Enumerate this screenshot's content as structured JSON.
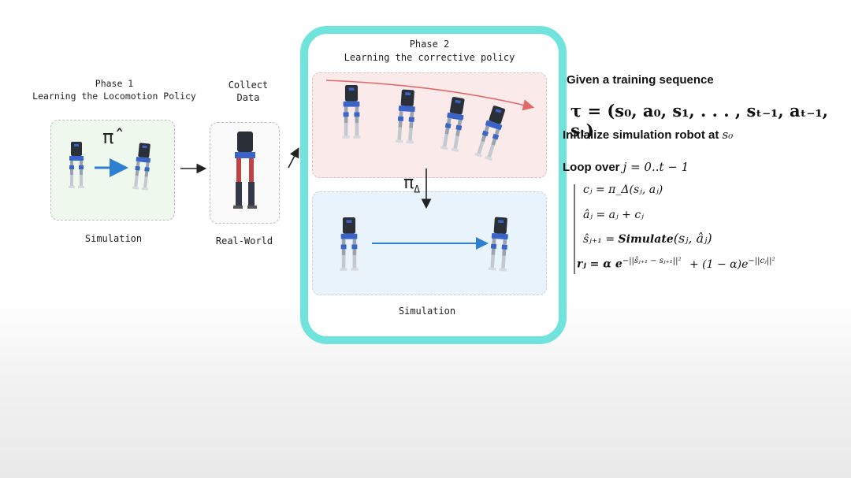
{
  "phase1": {
    "title_line1": "Phase 1",
    "title_line2": "Learning the Locomotion Policy",
    "policy_symbol": "π̂",
    "caption": "Simulation"
  },
  "collect": {
    "line1": "Collect",
    "line2": "Data",
    "caption": "Real-World"
  },
  "phase2": {
    "title_line1": "Phase 2",
    "title_line2": "Learning the corrective policy",
    "policy_symbol": "π",
    "policy_subscript": "Δ",
    "caption": "Simulation"
  },
  "algorithm": {
    "given": "Given a training sequence",
    "sequence": "τ = (s₀, a₀, s₁, . . . , sₜ₋₁, aₜ₋₁, sₜ)",
    "init_text": "Initialize simulation robot at ",
    "init_var": "s₀",
    "loop_text": "Loop over ",
    "loop_range": "j = 0..t − 1",
    "eq_c": "cⱼ = π_Δ(sⱼ, aⱼ)",
    "eq_a": "âⱼ = aⱼ + cⱼ",
    "eq_s_left": "ŝⱼ₊₁ = ",
    "eq_s_func": "Simulate",
    "eq_s_args": "(sⱼ, âⱼ)",
    "eq_r_left": "rⱼ = α e",
    "eq_r_exp1": "−||ŝⱼ₊₁ − sⱼ₊₁||²",
    "eq_r_mid": "+ (1 − α)e",
    "eq_r_exp2": "−||cⱼ||²"
  },
  "colors": {
    "phase2_frame": "#6fe3dc",
    "sim_panel": "#eef8ec",
    "pink_panel": "#fbeaea",
    "blue_panel": "#e9f3fb",
    "blue_arrow": "#2f80d0",
    "red_arrow": "#e06a6a",
    "robot_body": "#2b2f38",
    "robot_accent": "#3a64c8"
  }
}
